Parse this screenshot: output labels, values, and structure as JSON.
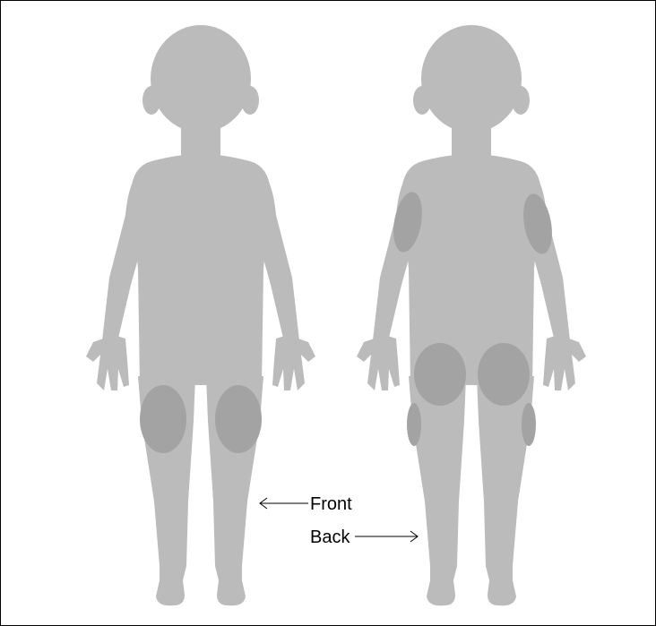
{
  "labels": {
    "front": "Front",
    "back": "Back"
  },
  "colors": {
    "body": "#bbbbbb",
    "injection_site": "#a3a3a3",
    "border": "#000000",
    "arrow": "#000000"
  },
  "figures": [
    {
      "view": "front",
      "injection_sites": [
        "left-thigh",
        "right-thigh"
      ]
    },
    {
      "view": "back",
      "injection_sites": [
        "left-upper-arm",
        "right-upper-arm",
        "left-buttock",
        "right-buttock",
        "left-outer-thigh",
        "right-outer-thigh"
      ]
    }
  ]
}
